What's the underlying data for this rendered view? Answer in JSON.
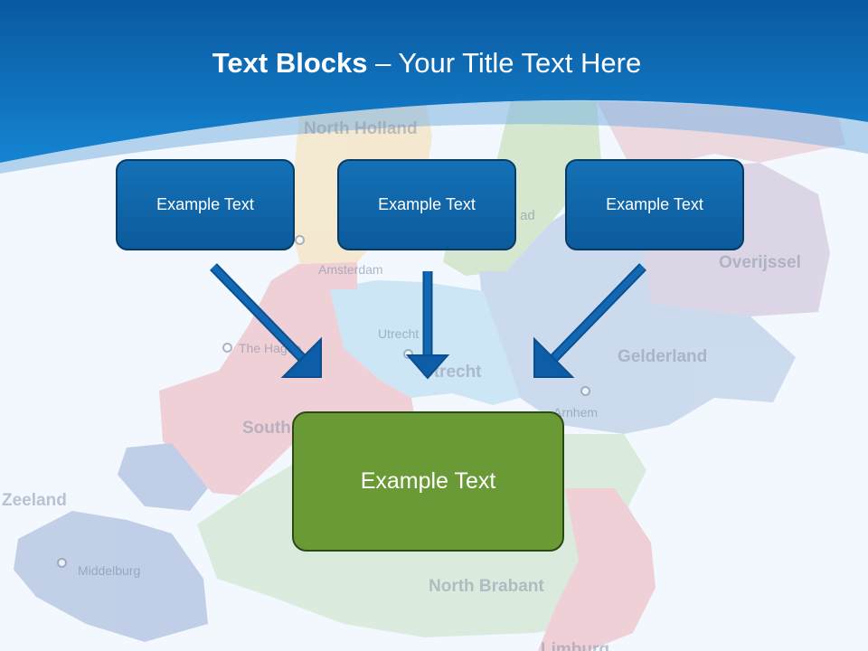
{
  "slide": {
    "title_bold": "Text Blocks",
    "title_dash": " – ",
    "title_rest": "Your Title Text Here"
  },
  "map": {
    "regions": [
      "North Holland",
      "Overijssel",
      "Gelderland",
      "Utrecht",
      "South",
      "Zeeland",
      "North Brabant",
      "Limburg"
    ],
    "fragments": [
      "ad"
    ],
    "cities": [
      "Amsterdam",
      "The Hague",
      "Utrecht",
      "Arnhem",
      "Middelburg"
    ]
  },
  "boxes": {
    "top": [
      "Example Text",
      "Example Text",
      "Example Text"
    ],
    "bottom": "Example Text"
  },
  "colors": {
    "header_blue": "#0a68b4",
    "box_blue": "#0f67aa",
    "box_green": "#6a9a36",
    "arrow_blue": "#0d5ea6"
  }
}
